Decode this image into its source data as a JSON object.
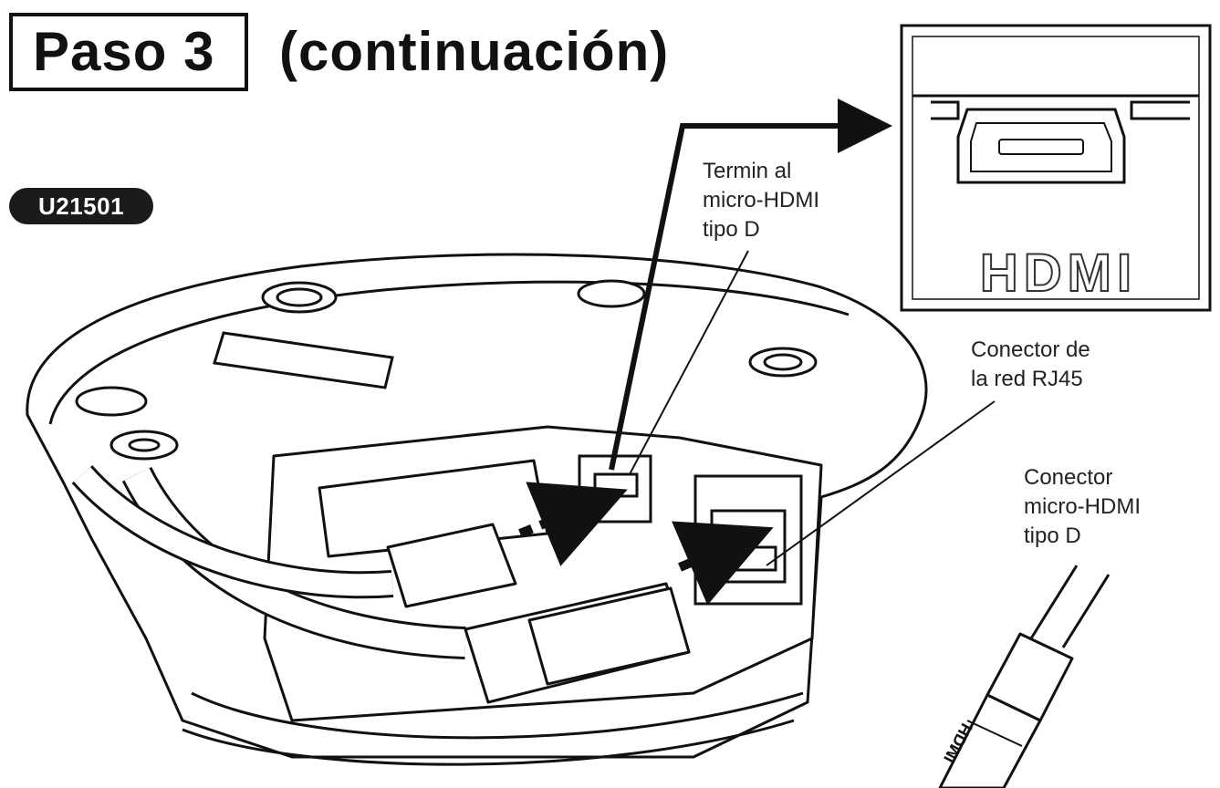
{
  "header": {
    "step": "Paso 3",
    "subtitle": "(continuación)"
  },
  "model_badge": "U21501",
  "callouts": {
    "hdmi_terminal": "Termin al\nmicro-HDMI\ntipo D",
    "network_connector": "Conector de\nla red RJ45",
    "hdmi_connector": "Conector\nmicro-HDMI\ntipo D"
  },
  "detail_inset": {
    "logo_text": "HDMI"
  },
  "plug_marking": "HDMI"
}
